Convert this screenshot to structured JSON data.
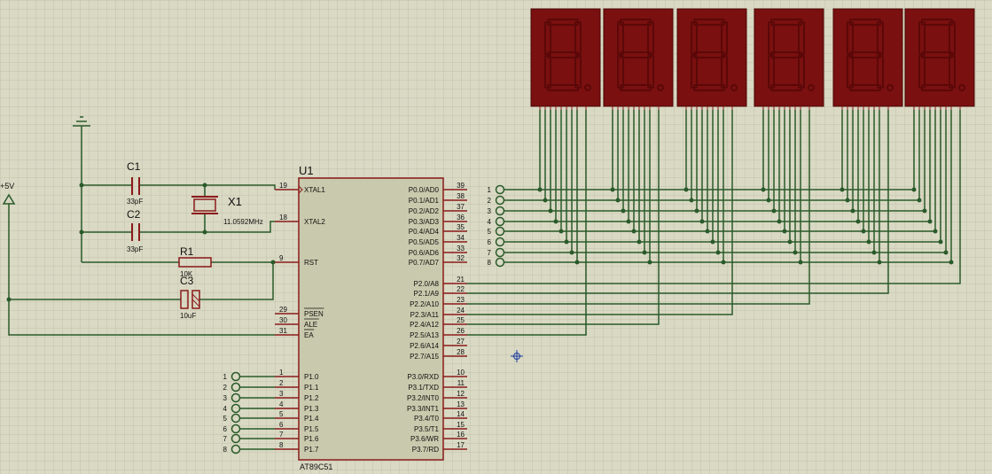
{
  "power": {
    "label": "+5V"
  },
  "u1": {
    "ref": "U1",
    "part": "AT89C51",
    "left_pins": [
      {
        "num": "19",
        "name": "XTAL1"
      },
      {
        "num": "18",
        "name": "XTAL2"
      },
      {
        "num": "9",
        "name": "RST"
      },
      {
        "num": "29",
        "name": "PSEN"
      },
      {
        "num": "30",
        "name": "ALE"
      },
      {
        "num": "31",
        "name": "EA"
      },
      {
        "num": "1",
        "name": "P1.0"
      },
      {
        "num": "2",
        "name": "P1.1"
      },
      {
        "num": "3",
        "name": "P1.2"
      },
      {
        "num": "4",
        "name": "P1.3"
      },
      {
        "num": "5",
        "name": "P1.4"
      },
      {
        "num": "6",
        "name": "P1.5"
      },
      {
        "num": "7",
        "name": "P1.6"
      },
      {
        "num": "8",
        "name": "P1.7"
      }
    ],
    "right_pins": [
      {
        "num": "39",
        "name": "P0.0/AD0"
      },
      {
        "num": "38",
        "name": "P0.1/AD1"
      },
      {
        "num": "37",
        "name": "P0.2/AD2"
      },
      {
        "num": "36",
        "name": "P0.3/AD3"
      },
      {
        "num": "35",
        "name": "P0.4/AD4"
      },
      {
        "num": "34",
        "name": "P0.5/AD5"
      },
      {
        "num": "33",
        "name": "P0.6/AD6"
      },
      {
        "num": "32",
        "name": "P0.7/AD7"
      },
      {
        "num": "21",
        "name": "P2.0/A8"
      },
      {
        "num": "22",
        "name": "P2.1/A9"
      },
      {
        "num": "23",
        "name": "P2.2/A10"
      },
      {
        "num": "24",
        "name": "P2.3/A11"
      },
      {
        "num": "25",
        "name": "P2.4/A12"
      },
      {
        "num": "26",
        "name": "P2.5/A13"
      },
      {
        "num": "27",
        "name": "P2.6/A14"
      },
      {
        "num": "28",
        "name": "P2.7/A15"
      },
      {
        "num": "10",
        "name": "P3.0/RXD"
      },
      {
        "num": "11",
        "name": "P3.1/TXD"
      },
      {
        "num": "12",
        "name": "P3.2/INT0"
      },
      {
        "num": "13",
        "name": "P3.3/INT1"
      },
      {
        "num": "14",
        "name": "P3.4/T0"
      },
      {
        "num": "15",
        "name": "P3.5/T1"
      },
      {
        "num": "16",
        "name": "P3.6/WR"
      },
      {
        "num": "17",
        "name": "P3.7/RD"
      }
    ]
  },
  "c1": {
    "ref": "C1",
    "value": "33pF"
  },
  "c2": {
    "ref": "C2",
    "value": "33pF"
  },
  "c3": {
    "ref": "C3",
    "value": "10uF"
  },
  "r1": {
    "ref": "R1",
    "value": "10K"
  },
  "x1": {
    "ref": "X1",
    "value": "11.0592MHz"
  },
  "p1_terminals": [
    "1",
    "2",
    "3",
    "4",
    "5",
    "6",
    "7",
    "8"
  ],
  "p0_terminals": [
    "1",
    "2",
    "3",
    "4",
    "5",
    "6",
    "7",
    "8"
  ],
  "display_count": 6,
  "colors": {
    "background": "#d9d9c4",
    "grid": "#c4c4ad",
    "body_outline": "#8b1a1a",
    "ic_fill": "#c9c9ad",
    "wire": "#2a5a2a",
    "display_fill": "#7a1010",
    "segment": "#5c0808",
    "text": "#111111",
    "cursor": "#1a3aa0"
  }
}
